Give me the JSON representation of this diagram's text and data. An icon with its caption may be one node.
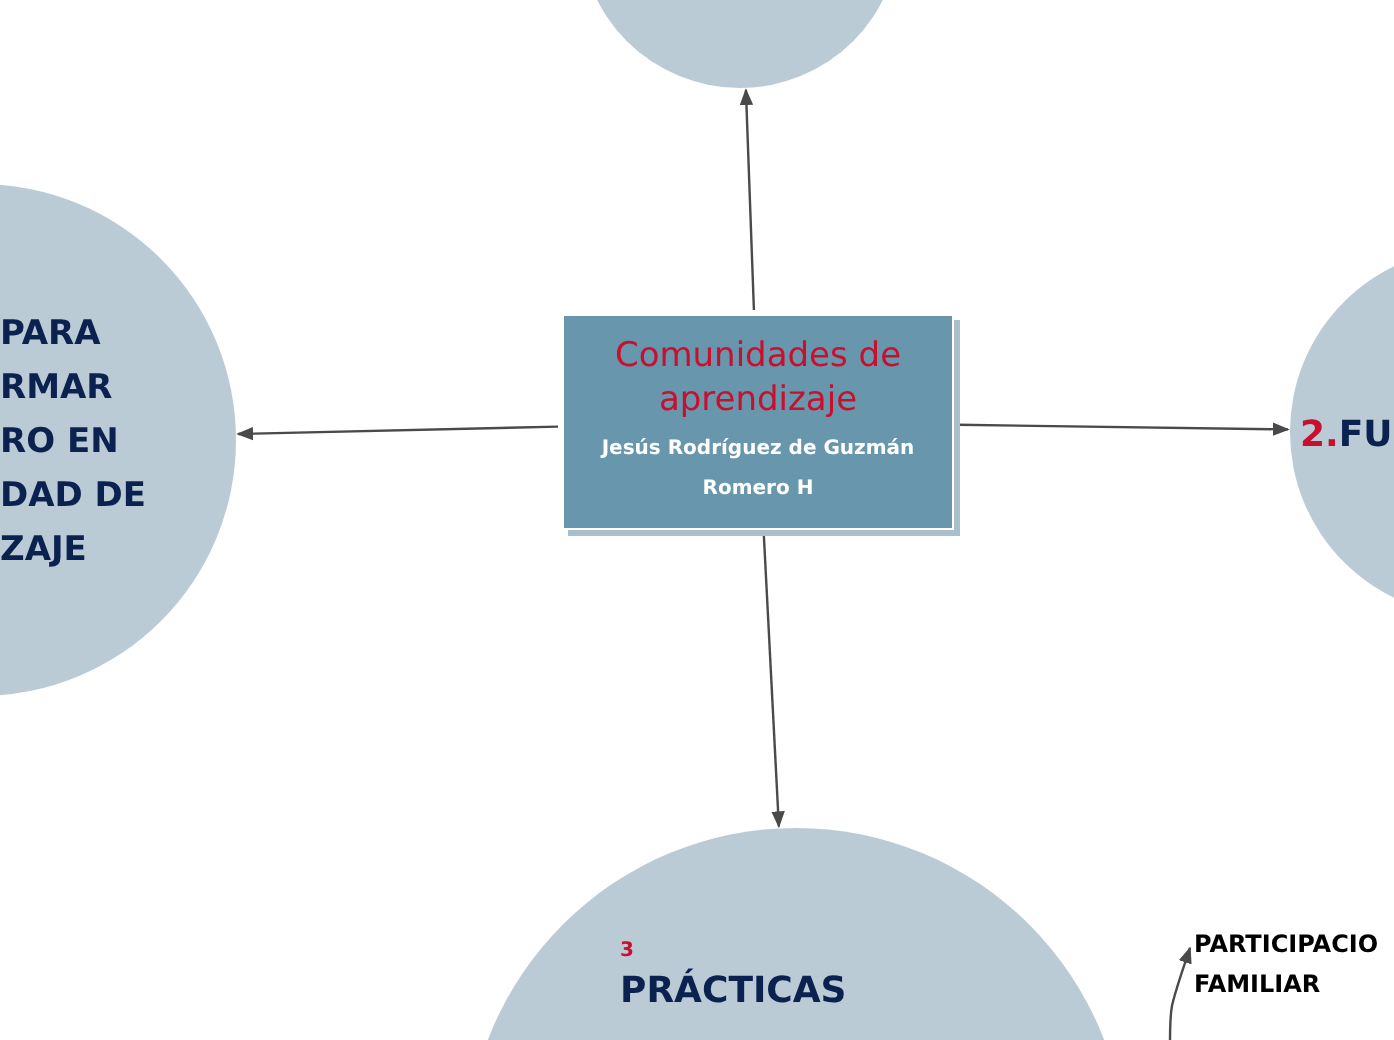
{
  "diagram": {
    "nodes": [
      {
        "text": [
          "Comunidades de aprendizaje",
          "Jesús Rodríguez de Guzmán Romero H"
        ]
      },
      {
        "text": [],
        "shape": "circle"
      },
      {
        "text": [
          "PARA RMAR RO EN DAD DE ZAJE"
        ]
      },
      {
        "text": [
          "2.",
          "FU"
        ]
      },
      {
        "text": [
          "3",
          "PRÁCTICAS"
        ]
      },
      {
        "text": [
          "PARTICIPACIO FAMILIAR"
        ]
      }
    ],
    "edges": [
      {
        "from": 0,
        "to": 1,
        "arrow": "to"
      },
      {
        "from": 0,
        "to": 2,
        "arrow": "to"
      },
      {
        "from": 0,
        "to": 3,
        "arrow": "to"
      },
      {
        "from": 0,
        "to": 4,
        "arrow": "to"
      },
      {
        "from": null,
        "to": 5,
        "arrow": "to"
      }
    ]
  }
}
